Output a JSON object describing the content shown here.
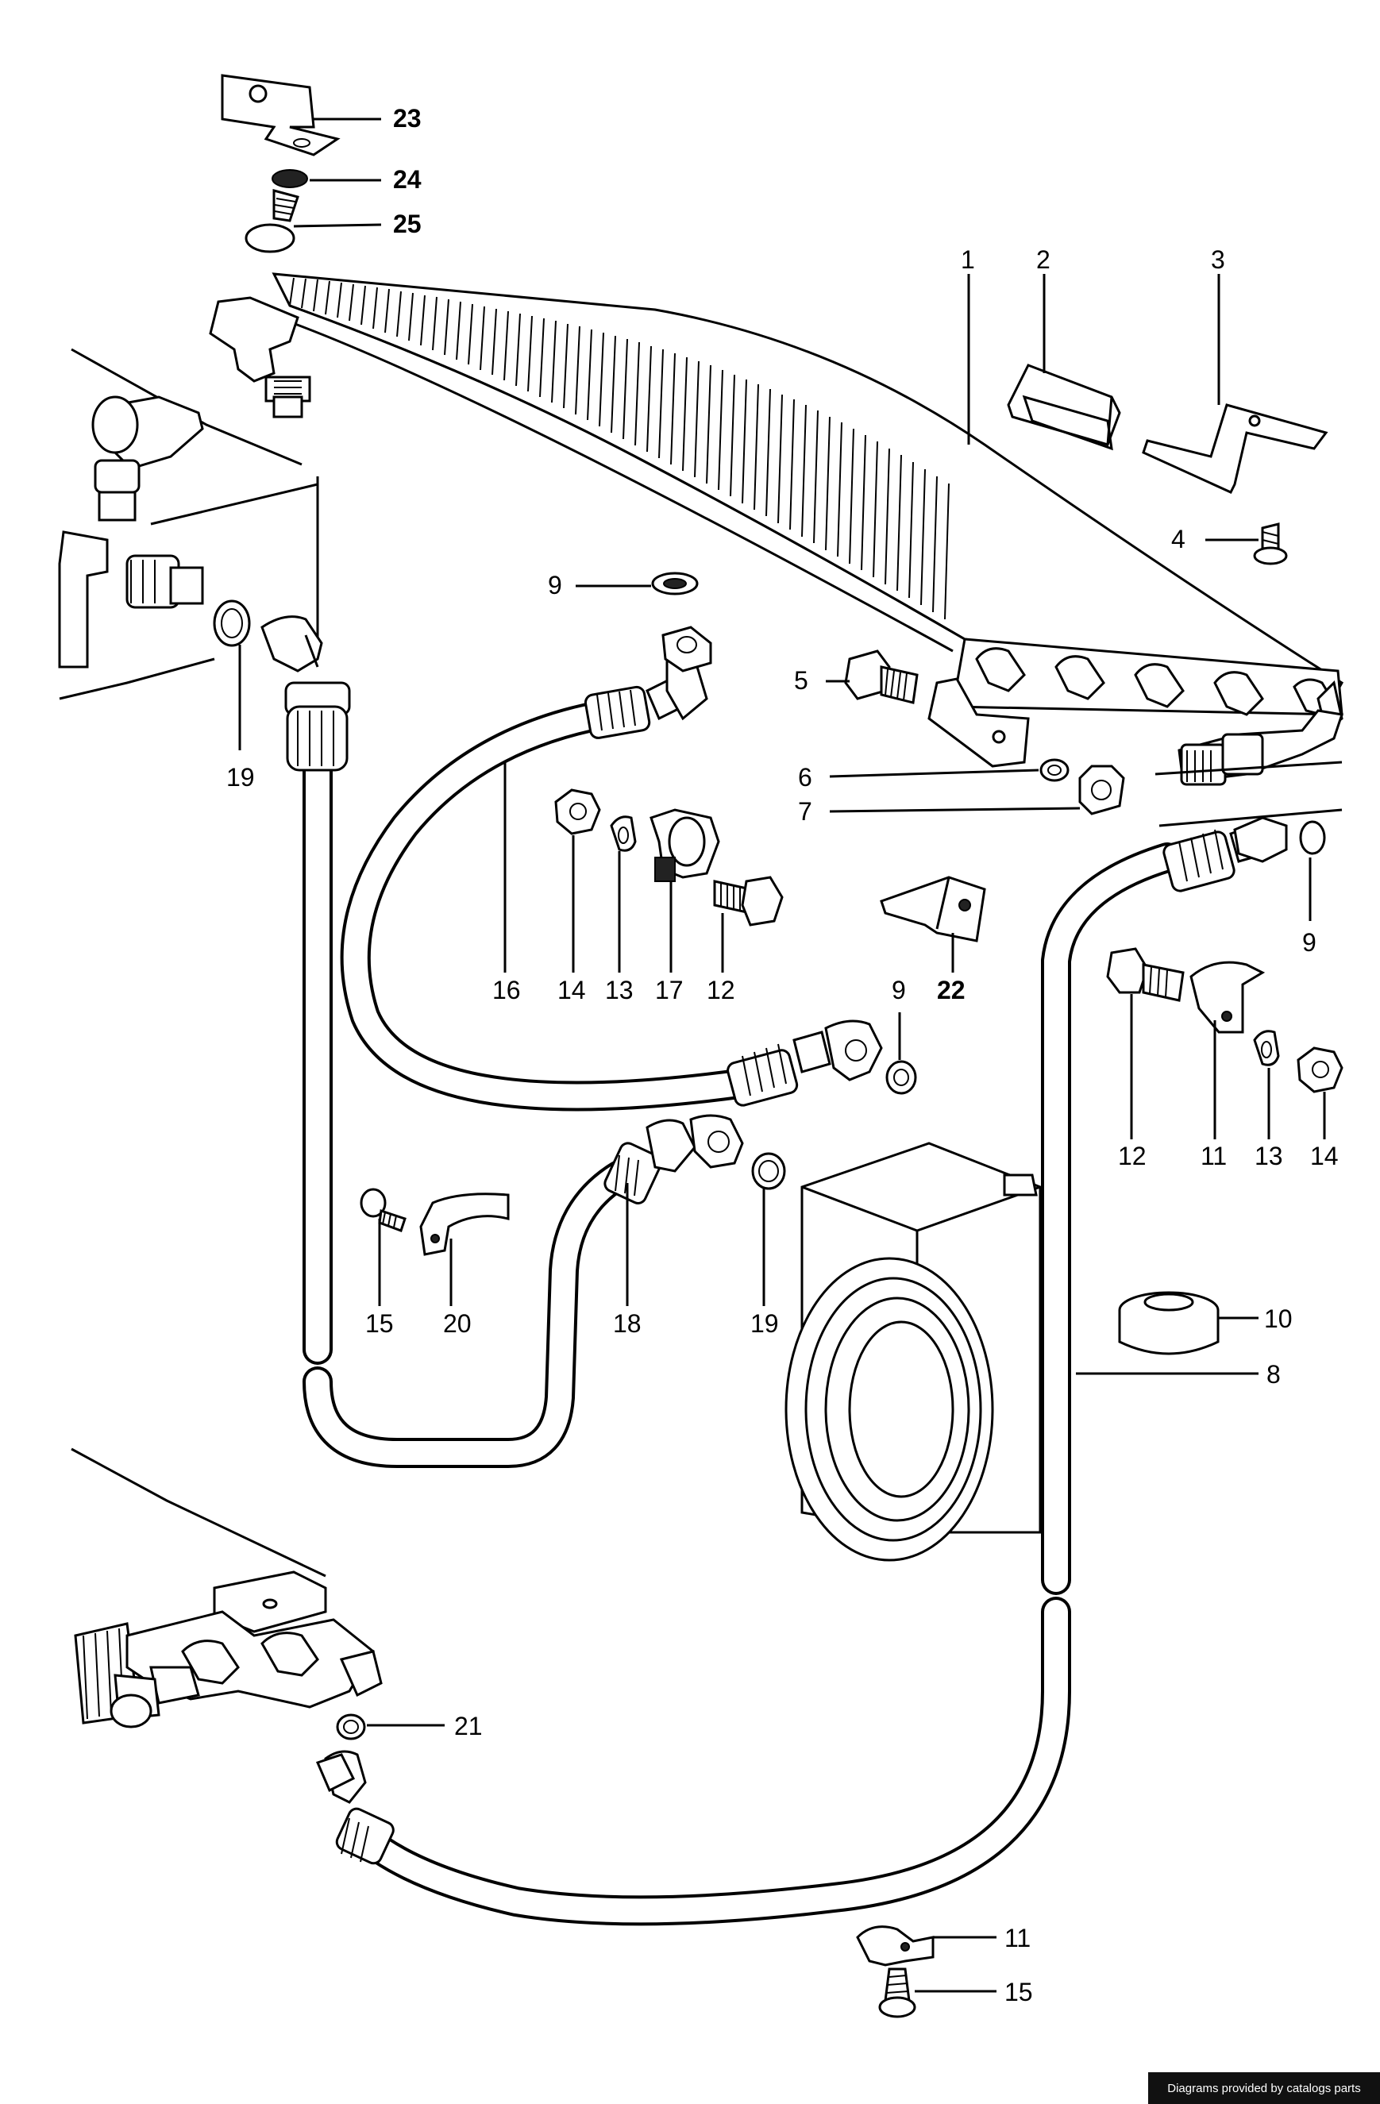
{
  "footer": {
    "credit": "Diagrams provided by catalogs parts"
  },
  "callouts": [
    {
      "id": "c-23",
      "text": "23",
      "bold": true
    },
    {
      "id": "c-24",
      "text": "24",
      "bold": true
    },
    {
      "id": "c-25",
      "text": "25",
      "bold": true
    },
    {
      "id": "c-1",
      "text": "1",
      "bold": false
    },
    {
      "id": "c-2",
      "text": "2",
      "bold": false
    },
    {
      "id": "c-3",
      "text": "3",
      "bold": false
    },
    {
      "id": "c-4",
      "text": "4",
      "bold": false
    },
    {
      "id": "c-9a",
      "text": "9",
      "bold": false
    },
    {
      "id": "c-5",
      "text": "5",
      "bold": false
    },
    {
      "id": "c-6",
      "text": "6",
      "bold": false
    },
    {
      "id": "c-7",
      "text": "7",
      "bold": false
    },
    {
      "id": "c-9b",
      "text": "9",
      "bold": false
    },
    {
      "id": "c-19a",
      "text": "19",
      "bold": false
    },
    {
      "id": "c-16",
      "text": "16",
      "bold": false
    },
    {
      "id": "c-14a",
      "text": "14",
      "bold": false
    },
    {
      "id": "c-13a",
      "text": "13",
      "bold": false
    },
    {
      "id": "c-17",
      "text": "17",
      "bold": false
    },
    {
      "id": "c-12a",
      "text": "12",
      "bold": false
    },
    {
      "id": "c-22",
      "text": "22",
      "bold": true
    },
    {
      "id": "c-9c",
      "text": "9",
      "bold": false
    },
    {
      "id": "c-12b",
      "text": "12",
      "bold": false
    },
    {
      "id": "c-11a",
      "text": "11",
      "bold": false
    },
    {
      "id": "c-13b",
      "text": "13",
      "bold": false
    },
    {
      "id": "c-14b",
      "text": "14",
      "bold": false
    },
    {
      "id": "c-15a",
      "text": "15",
      "bold": false
    },
    {
      "id": "c-20",
      "text": "20",
      "bold": false
    },
    {
      "id": "c-18",
      "text": "18",
      "bold": false
    },
    {
      "id": "c-19b",
      "text": "19",
      "bold": false
    },
    {
      "id": "c-10",
      "text": "10",
      "bold": false
    },
    {
      "id": "c-8",
      "text": "8",
      "bold": false
    },
    {
      "id": "c-21",
      "text": "21",
      "bold": false
    },
    {
      "id": "c-11b",
      "text": "11",
      "bold": false
    },
    {
      "id": "c-15b",
      "text": "15",
      "bold": false
    }
  ]
}
